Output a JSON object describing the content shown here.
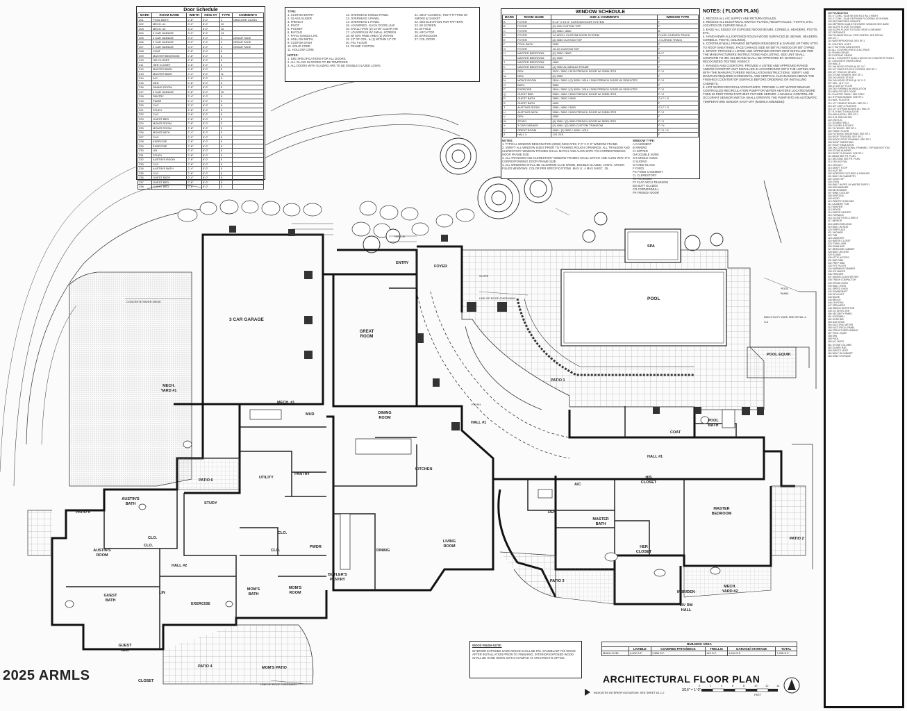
{
  "door_schedule": {
    "title": "Door Schedule",
    "headers": [
      "MARK",
      "ROOM NAME",
      "WIDTH",
      "HEIG HT",
      "TYPE",
      "COMMENTS"
    ],
    "rows": [
      [
        "201",
        "POOL BATH",
        "2'-8\"",
        "8'-0\"",
        "1",
        "OBSCURE GLASS"
      ],
      [
        "202",
        "MECH. #1",
        "3'-0\"",
        "8'-0\"",
        "10",
        ""
      ],
      [
        "203",
        "MECH. #2",
        "3'-0\"",
        "8'-0\"",
        "10",
        ""
      ],
      [
        "204",
        "3 CAR GARAGE",
        "3'-0\"",
        "8'-0\"",
        "13",
        ""
      ],
      [
        "205",
        "3 CAR GARAGE",
        "9'-0\"",
        "8'-0\"",
        "3",
        "CEDAR FACE"
      ],
      [
        "206",
        "3 CAR GARAGE",
        "9'-0\"",
        "8'-0\"",
        "3",
        "CEDAR FACE"
      ],
      [
        "207",
        "3 CAR GARAGE",
        "9'-0\"",
        "8'-0\"",
        "3",
        "CEDAR FACE"
      ],
      [
        "208",
        "COAT",
        "2'-6\"",
        "8'-0\"",
        "6",
        ""
      ],
      [
        "209",
        "MASTER BEDROOM",
        "2'-8\"",
        "8'-0\"",
        "5",
        ""
      ],
      [
        "210",
        "HIS CLOSET",
        "2'-6\"",
        "8'-0\"",
        "5",
        ""
      ],
      [
        "211",
        "HER CLOSET",
        "2'-6\"",
        "8'-0\"",
        "5",
        ""
      ],
      [
        "212",
        "MASTER BATH",
        "2'-8\"",
        "8'-0\"",
        "5",
        ""
      ],
      [
        "213",
        "MASTER BATH",
        "2'-4\"",
        "8'-0\"",
        "11",
        ""
      ],
      [
        "214",
        "A/C",
        "2'-6\"",
        "8'-0\"",
        "5",
        ""
      ],
      [
        "215",
        "DEN",
        "2'-8\"",
        "8'-0\"",
        "5",
        ""
      ],
      [
        "216",
        "DINING ROOM",
        "2'-8\"",
        "8'-0\"",
        "5",
        ""
      ],
      [
        "217",
        "3 CAR GARAGE",
        "2'-8\"",
        "8'-0\"",
        "10",
        ""
      ],
      [
        "218",
        "PANTRY",
        "2'-4\"",
        "8'-0\"",
        "5",
        ""
      ],
      [
        "219",
        "PWDR",
        "2'-4\"",
        "8'-0\"",
        "5",
        ""
      ],
      [
        "220",
        "CLO.",
        "2'-0\"",
        "8'-0\"",
        "6",
        ""
      ],
      [
        "221",
        "STUDY",
        "2'-8\"",
        "8'-0\"",
        "5",
        ""
      ],
      [
        "222",
        "CLO.",
        "2'-6\"",
        "8'-0\"",
        "6",
        ""
      ],
      [
        "223",
        "GUEST BED",
        "2'-8\"",
        "8'-0\"",
        "5",
        ""
      ],
      [
        "224",
        "MOM'S ROOM",
        "2'-8\"",
        "8'-0\"",
        "5",
        ""
      ],
      [
        "225",
        "MOM'S ROOM",
        "2'-8\"",
        "8'-0\"",
        "5",
        ""
      ],
      [
        "226",
        "MOM'S BATH",
        "2'-4\"",
        "8'-0\"",
        "5",
        ""
      ],
      [
        "227",
        "CLO.",
        "2'-0\"",
        "8'-0\"",
        "6",
        ""
      ],
      [
        "228",
        "EXERCISE",
        "2'-8\"",
        "8'-0\"",
        "5",
        ""
      ],
      [
        "229",
        "EXERCISE",
        "2'-8\"",
        "8'-0\"",
        "5",
        ""
      ],
      [
        "230",
        "LIN",
        "2'-0\"",
        "8'-0\"",
        "6",
        ""
      ],
      [
        "231",
        "STUDY",
        "2'-8\"",
        "8'-0\"",
        "5",
        ""
      ],
      [
        "232",
        "AUSTIN'S ROOM",
        "2'-8\"",
        "8'-0\"",
        "5",
        ""
      ],
      [
        "233",
        "CLO.",
        "2'-6\"",
        "8'-0\"",
        "6",
        ""
      ],
      [
        "234",
        "AUSTIN'S BATH",
        "2'-4\"",
        "8'-0\"",
        "5",
        ""
      ],
      [
        "235",
        "CLO.",
        "2'-6\"",
        "8'-0\"",
        "6",
        ""
      ],
      [
        "236",
        "GUEST BATH",
        "2'-4\"",
        "8'-0\"",
        "5",
        ""
      ],
      [
        "237",
        "GUEST BED",
        "2'-8\"",
        "8'-0\"",
        "5",
        ""
      ],
      [
        "238",
        "GUEST BED",
        "2'-8\"",
        "8'-0\"",
        "5",
        ""
      ]
    ]
  },
  "door_types": {
    "title": "TYPE:",
    "col1": [
      "1. CUSTOM ENTRY",
      "2. GLASS SLIDER",
      "3. FRENCH",
      "4. PIVOT",
      "5. POCKET",
      "6. BI-FOLD",
      "7. PATIO SINGLE LITE",
      "8. HOLLOW METAL",
      "9. CUSTOM SASH",
      "10. SOLID CORE",
      "11. HOLLOW CORE"
    ],
    "col2": [
      "12. OVERHEAD SINGLE PANEL",
      "13. OVERHEAD 4 PANEL",
      "14. OVERHEAD 1 PANEL",
      "15. LOUVERED - EACH DOOR LEAF",
      "16. SHALL HAVE (2) 14\"x6\" CLEAR AIR",
      "17. LOUVERS IN W/ SMALL SCREEN",
      "18. W/ 60% FREE AREA (1) WITHIN",
      "19. 12\" OF CEIL. & (1) WITHIN 12\" OF",
      "20. FIN. FLOOR",
      "21. FRAME CUSTOM"
    ],
    "col3": [
      "21. SELF-CLOSING, TIGHT FITTING W/",
      "SMOKE & GASKET",
      "22. SEE ELEVATION FOR PATTERN",
      "23. W/ SCREEN",
      "24. BI-FOLD",
      "25. ARCH TOP",
      "26. BARN DOOR",
      "27. COL DOOR"
    ],
    "notes_title": "NOTES:",
    "notes": [
      "1. SEE SPECIFICATIONS FOR ALL DOORS.",
      "2. ALL GLASS IN DOORS TO BE TEMPERED",
      "3. ALL DOORS WITH GLAZING ARE TO BE DOUBLE GLAZED LOW-E."
    ]
  },
  "window_schedule": {
    "title": "WINDOW SCHEDULE",
    "headers": [
      "MARK",
      "ROOM NAME",
      "SIZE & COMMENTS",
      "WINDOW TYPE"
    ],
    "rows": [
      [
        "A",
        "FOYER",
        "5'-10\" X 10'-0\" CUSTOM DOOR SYSTEM",
        "F"
      ],
      [
        "B",
        "FOYER",
        "(2) 2X8 CUSTOM TOP",
        "F"
      ],
      [
        "C",
        "FOYER",
        "(2) 3050 / 3060",
        "B"
      ],
      [
        "D",
        "FOYER",
        "14' ARCH. CUSTOM DOOR SYSTEM",
        "FLUSH CURVED TRACK"
      ],
      [
        "E",
        "FOYER",
        "(3) 3050 CUSTOM TOP",
        "J CURVED TRACK"
      ],
      [
        "F",
        "POOL BATH",
        "2030",
        "F"
      ],
      [
        "G",
        "FOYER",
        "10'-20 CUSTOM TOP",
        "F"
      ],
      [
        "H",
        "MASTER BEDROOM",
        "(2) 3050 / 3060",
        "B / F"
      ],
      [
        "I",
        "MASTER BEDROOM",
        "(2) 3050",
        "F"
      ],
      [
        "J",
        "MASTER BEDROOM",
        "4060",
        "F"
      ],
      [
        "K",
        "MASTER BEDROOM",
        "(4) 3050 ALUMINUM FRAME",
        "F"
      ],
      [
        "L",
        "DEN",
        "3076 / 3050 / 3076 FRENCH DOOR W/ SIDELITES",
        "F / K"
      ],
      [
        "M",
        "DEN",
        "(2) 3050",
        "F"
      ],
      [
        "N",
        "MOM'S ROOM",
        "2616 / 3050 / (2) 3050 / 2616 / 3050 FRENCH DOOR W/ SIDELITES",
        "F / K"
      ],
      [
        "O",
        "BATH",
        "3050",
        "F"
      ],
      [
        "P",
        "EXERCISE",
        "2616 / 3050 / (2) 3050 / 2616 / 3050 FRENCH DOOR W/ SIDELITES",
        "F / K"
      ],
      [
        "Q",
        "GUEST BED",
        "3050 / 4060 / 3050 FRENCH DOOR W/ SIDELITES",
        "F / K"
      ],
      [
        "R",
        "GUEST BATH",
        "2650 / 3050 / 2650",
        "G / F / G"
      ],
      [
        "S",
        "GUEST BATH",
        "4040",
        "F"
      ],
      [
        "T",
        "AUSTIN'S ROOM",
        "3050 / 4060 / 3050",
        "G / F / G"
      ],
      [
        "U",
        "AUSTIN'S BATH",
        "3050 / 3050 / 3050 FRENCH DOOR W/ SIDELITES",
        "F / K"
      ],
      [
        "V",
        "DEN",
        "3050",
        "F"
      ],
      [
        "W",
        "STUDY",
        "(3) 3050 / (2) 3050 FRENCH DOOR W/ SIDELITES",
        "F / K"
      ],
      [
        "X",
        "3 CAR GARAGE",
        "(2) 4060 / (2) 3050 CUSTOM TRANSOM",
        "F / N"
      ],
      [
        "Y",
        "GREAT ROOM",
        "4060 / (2) 3050 / 4060 / 4016",
        "F / K / N"
      ],
      [
        "Z",
        "HALL 3",
        "1X1 2X8",
        "F"
      ]
    ],
    "notes_title": "NOTES:",
    "notes": [
      "1. TYPICAL WINDOW DESIGNATION (3050) INDICATES 3'-0\" X 5'-0\" WINDOW FRAME.",
      "2. VERIFY ALL WINDOW SIZES PRIOR TO FRAMING ROUGH OPENINGS. ALL TRANSOM AND CLERESTORY WINDOW FRAMES SHALL MATCH AND ALIGN WITH ITS CORRESPONDING DOOR FRAME SIZE.",
      "3. ALL TRANSOM AND CLERESTORY WINDOW FRAMES SHALL MATCH AND ALIGN WITH ITS CORRESPONDING DOOR FRAME SIZE.",
      "4. ALL WINDOWS SHALL BE ALUMINUM CLAD WOOD, DOUBLE GLAZED, LOW E, ARGON FILLED WINDOWS. COLOR PER SPECIFICATIONS. MAX U: .4 MAX SHGC: .25."
    ],
    "types_title": "WINDOW TYPE:",
    "types": [
      "A  CASEMENT",
      "B  AWNING",
      "C  HOPPER",
      "DH  DOUBLE HUNG",
      "SH  SINGLE HUNG",
      "S  SLIDING",
      "G  FIXED GLASS",
      "F  FIXED",
      "FG  FIXED CASEMENT",
      "CL  CLERESTORY",
      "TR  TRANSOM",
      "FT  FLAT ARCH TRANSOM",
      "BG  BUTT GLAZED",
      "CO  CORNER/MULL",
      "FR  FRENCH DOOR"
    ]
  },
  "floor_notes": {
    "title": "NOTES:   ( FLOOR PLAN)",
    "items": [
      "1. RECESS ALL A/C SUPPLY AND RETURN GRILLES.",
      "2. RECESS ALL ELECTRICAL SWITCH PLATES, RECEPTACLES, T-STATS, ETC. LOCATED ON CURVED WALLS.",
      "3. EASE ALL EDGES OF EXPOSED WOOD BEAMS, CORBELS, HEADERS, POSTS, ETC.",
      "4. HAND-HEWN ALL EXPOSED ROUGH WOOD SURFACES (E. BEAMS, HEADERS, CORBELS, POSTS, CEILINGS).",
      "5. CONTINUE WALL FRAMING BETWEEN RESIDENCE & GARAGE UP THRU ATTIC TO ROOF SHEATHING. FACE GARAGE SIDE W/ 5/8\" PLYWOOD OR 5/8\" GYPBD.",
      "6. DRYER: PROVIDE A LISTED AND APPROVED DRYER VENT INSTALLED PER THE MANUFACTURERS INSTRUCTIONS AND LISTING. SEE UNIT SHALL CONFORM TO IMC 221.8B AND SHALL BE APPROVED BY NATIONALLY RECOGNIZED TESTING AGENCY.",
      "7. RANGES AND COOKTOPS: PROVIDE A LISTED AND APPROVED RANGE AND/OR COOKTOP UNIT INSTALLED IN ACCORDANCE WITH THE LISTING AND WITH THE MANUFACTURERS INSTALLATION INSTRUCTIONS. VERIFY AND MAINTAIN REQUIRED HORIZONTAL AND VERTICAL CLEARANCES ABOVE THE FINISHED COUNTERTOP SURFACE BEFORE ORDERING OR INSTALLING CABINETS.",
      "8. HOT WATER RECIRCULATION PUMPS: PROVIDE A HOT WATER DEMAND CONTROLLED RECIRCULATION PUMP FOR WATER HEATERS LOCATED MORE THEN 20 FEET FROM FARTHEST FIXTURE SERVED. A MANUAL CONTROL OR OCCUPANT SENSOR SWITCH SHALL OPERATE THE PUMP INTO AN AUTOMATIC TEMPERATURE SENSOR SHUT-OFF (M3005.5 AMENDED)"
    ]
  },
  "spec_legend": {
    "title": "100  FOUNDATION",
    "lines": [
      "101  4\" CONC. SLAB W/ 6X6 W1.4 W1.4 MESH",
      "102  4\" CONC. SLAB OR FINISH FLOORING AS SHOWN",
      "103  DECOMPOSED GRANITE",
      "104  DEPRESS SLAB AT SHOWER, WINDOW SEE BASE",
      "105  SLOPE FLOOR TO DRAIN",
      "106  SLOPE FLOOR TO EDGE DROP & SHOWER",
      "107  ENTRANCE",
      "108  FOUNDATION ALL PIER GOIPED: SEE DETAIL",
      "109  1/4\" =",
      "110  WATERPROOFING: SEE SP-1",
      "111  CONTROL JOINT",
      "112  4\" BOTTOM CANTLEVER",
      "113  ALL COVERED PATIO & A/C PADS",
      "114  FINISH GRADE",
      "115  EXISTING GRADE",
      "116  ALL CONCRETE SLAB & DECKS W/ CONCRETE FINISH",
      "117  CONCRETE PAVER DRIVE",
      "200  WALLS",
      "201  2x6 WOOD STUDS @ 16\" O.C.",
      "202  3/4\" PAINT STUCCO SYSTEM: SEE SP-1",
      "203  1/2\" STUCCO ON 2X4",
      "204  STONE VENEER: SEE SP-1",
      "205  2X4 WOOD STUDS",
      "206  2X6 WOOD STUDS @ 16\" O.C.",
      "207  CEIL. @ 4\" O.C.",
      "208  (2) 2x6 1/2\" PLATE",
      "209  2X4 FURRING W/ INSULATION",
      "210  NEW POCKET DOOR",
      "211  PLASTER FINISH: SEE SPEC.",
      "212  GYPSUM BOARD: SEE SP-1",
      "213  MAX. PLASTER",
      "214  1/2\" CEMENT BOARD: SEE SP-1",
      "215  3/4\" CHIP & PLASTER",
      "216  1/2\" GYPSUM BOARD ALL WALLS",
      "217  R-19 BATT INSULATION",
      "218  INSULATION: SEE SP-1",
      "219  R-11 INSULATION",
      "220  2X6 R-21",
      "221  DOUBLE WALL",
      "300  FLOORS & ROOFS",
      "301  PLYWOOD: SEE SP-1",
      "302  FINISH FLOOR",
      "303  PLYWOOD SHEATHING: SEE SP-1",
      "304  ROOF TRUSSES: SEE SP-1",
      "305  WOOD ROOF FRAMING: SEE SP-1",
      "306  ROOF SHEATHING",
      "307  ROOF INSULATION",
      "308  2X6 CONVENTIONAL FRAMING, TOP AND BOTTOM",
      "309  STONE BUMPER",
      "310  ROOF FLASHING: SEE SP-1",
      "311  BEAM SEE FR. PLAN",
      "312  DECKING SEE FR. PLAN",
      "313  CEILING FAN",
      "314  CRICKET",
      "315  DRAFT STOP",
      "316  GUTTER",
      "400  INTERIOR FIXTURES & FINISHES",
      "401  BUILT-IN CABINETRY",
      "402  COOKTOP",
      "403  OVEN",
      "404  BUILT-IN REF. W/ WATER SUPPLY",
      "405  DISHWASHER",
      "406  MICROWAVE",
      "407  WINE COOLER",
      "408  DISPOSAL",
      "409  HOOD",
      "410  PANTRY SHELVING",
      "411  LAUNDRY TUB",
      "412  WASHER",
      "413  DRYER",
      "414  WATER HEATER",
      "415  FURNACE",
      "416  CLOSET ROD & SHELF",
      "417  MIRROR",
      "418  LINEN SHELVING",
      "419  BUILT-IN SEAT",
      "420  FIREPLACE",
      "421  SHOWER",
      "422  TUB",
      "423  LAVATORY",
      "424  WATER CLOSET",
      "425  TOWEL BAR",
      "426  GRAB BAR",
      "427  MEDICINE CABINET",
      "428  BUILT-IN DESK",
      "429  ISLAND",
      "430  ATTIC ACCESS",
      "431  BAR SINK",
      "432  PREP SINK",
      "433  POT FILLER",
      "434  WARMING DRAWER",
      "435  ICE MAKER",
      "436  FREEZER",
      "437  UNDER-COUNTER REF.",
      "438  TRASH COMPACTOR",
      "439  STEAM OVEN",
      "440  WALL OVEN",
      "441  SPEED OVEN",
      "442  DOWNDRAFT",
      "443  SKYLIGHT",
      "444  NICHE",
      "445  BENCH",
      "446  LIGHTING",
      "447  SPEAKERS",
      "448  SMOKE DETECTOR",
      "449  CO DETECTOR",
      "450  SECURITY PANEL",
      "451  DOORBELL",
      "452  HOSE BIB",
      "453  GAS STUB",
      "454  ELECTRIC METER",
      "455  ELECTRICAL PANEL",
      "456  STRUCTURED WIRING",
      "457  POOL EQUIP.",
      "458  SPA",
      "459  POOL",
      "460  A/C UNITS",
      "461  STONE COLUMN",
      "462  GUARD RAIL",
      "463  DIRECT VENT",
      "464  BUILT-IN CABINET",
      "465  WINE STORAGE"
    ]
  },
  "rooms": {
    "garage": "3 CAR GARAGE",
    "great_room": "GREAT ROOM",
    "entry": "ENTRY",
    "foyer": "FOYER",
    "pool": "POOL",
    "spa": "SPA",
    "pool_equip": "POOL EQUIP.",
    "patio1": "PATIO 1",
    "patio2": "PATIO 2",
    "patio3": "PATIO 3",
    "patio4": "PATIO 4",
    "patio5": "PATIO 5",
    "patio6": "PATIO 6",
    "dining_room": "DINING ROOM",
    "hall1": "HALL #1",
    "hall1b": "HALL #1",
    "hall2": "HALL #2",
    "coat": "COAT",
    "pool_bath": "POOL BATH",
    "mech1": "MECH. #1",
    "mech_yard1": "MECH. YARD #1",
    "mech_yard2": "MECH. YARD #2",
    "mud": "MUD",
    "utility": "UTILITY",
    "pantry": "PANTRY",
    "kitchen": "KITCHEN",
    "study": "STUDY",
    "austins_bath": "AUSTIN'S BATH",
    "austins_room": "AUSTIN'S ROOM",
    "clo1": "CLO.",
    "clo2": "CLO.",
    "clo3": "CLO.",
    "clo4": "CLO.",
    "guest_bath": "GUEST BATH",
    "guest_bed": "GUEST BED",
    "closet": "CLOSET",
    "lin": "LIN",
    "exercise": "EXERCISE",
    "moms_room": "MOM'S ROOM",
    "moms_bath": "MOM'S BATH",
    "moms_patio": "MOM'S PATIO",
    "pwdr": "PWDR",
    "dining": "DINING",
    "living_room": "LIVING ROOM",
    "butlers_pantry": "BUTLER'S PANTRY",
    "den": "DEN",
    "ac": "A/C",
    "his_closet": "HIS CLOSET",
    "her_closet": "HER CLOSET",
    "master_bath": "MASTER BATH",
    "master_bedroom": "MASTER BEDROOM",
    "liv_rm_hall": "LIV RM HALL",
    "mbr_den": "MBR/DEN",
    "concrete_paver_drive": "CONCRETE PAVER DRIVE",
    "line_of_roof": "LINE OF ROOF OVERHANG",
    "trellis": "TRELLIS",
    "pool_panel": "POOL PANEL",
    "utility_gate": "5050 UTILITY GATE SEE DETAIL 4-S-6",
    "flush": "FLUSH",
    "slope": "SLOPE"
  },
  "wood_finish": {
    "title": "WOOD FINISH NOTE:",
    "text": "INTERIOR EXPOSED SAWN WOOD SHALL BE R/S. SANDBLAST R/S WOOD AFTER INSTALLATION PRIOR TO FINISHING. INTERIOR EXPOSED WOOD SHALL BE HAND HEWN. MATCH SAMPLE AT ARCHITECT'S OFFICE."
  },
  "building_area": {
    "title": "BUILDING AREA",
    "headers": [
      "",
      "LIVABLE",
      "COVERED PATIO/DECK",
      "TRELLIS",
      "GARAGE/ STORAGE",
      "TOTAL"
    ],
    "rows": [
      [
        "MAIN LEVEL",
        "4,402 S.F.",
        "1,588 S.F.",
        "142 S.F.",
        "1,094 S.F.",
        "7,228 S.F."
      ]
    ]
  },
  "title_block": {
    "title": "ARCHITECTURAL FLOOR PLAN",
    "scale": "3/16\" = 1'-0\"",
    "scale_marks": [
      "0",
      "2",
      "4",
      "6",
      "8",
      "10",
      "12",
      "14"
    ],
    "scale_unit": "FEET",
    "legend_note": "INDICATES INTERIOR ELEVATION: SEE SHEET A1.1-2"
  },
  "watermark": "2025 ARMLS",
  "colors": {
    "ink": "#222222",
    "paper": "#fbfbfb",
    "hatch": "#555555"
  }
}
